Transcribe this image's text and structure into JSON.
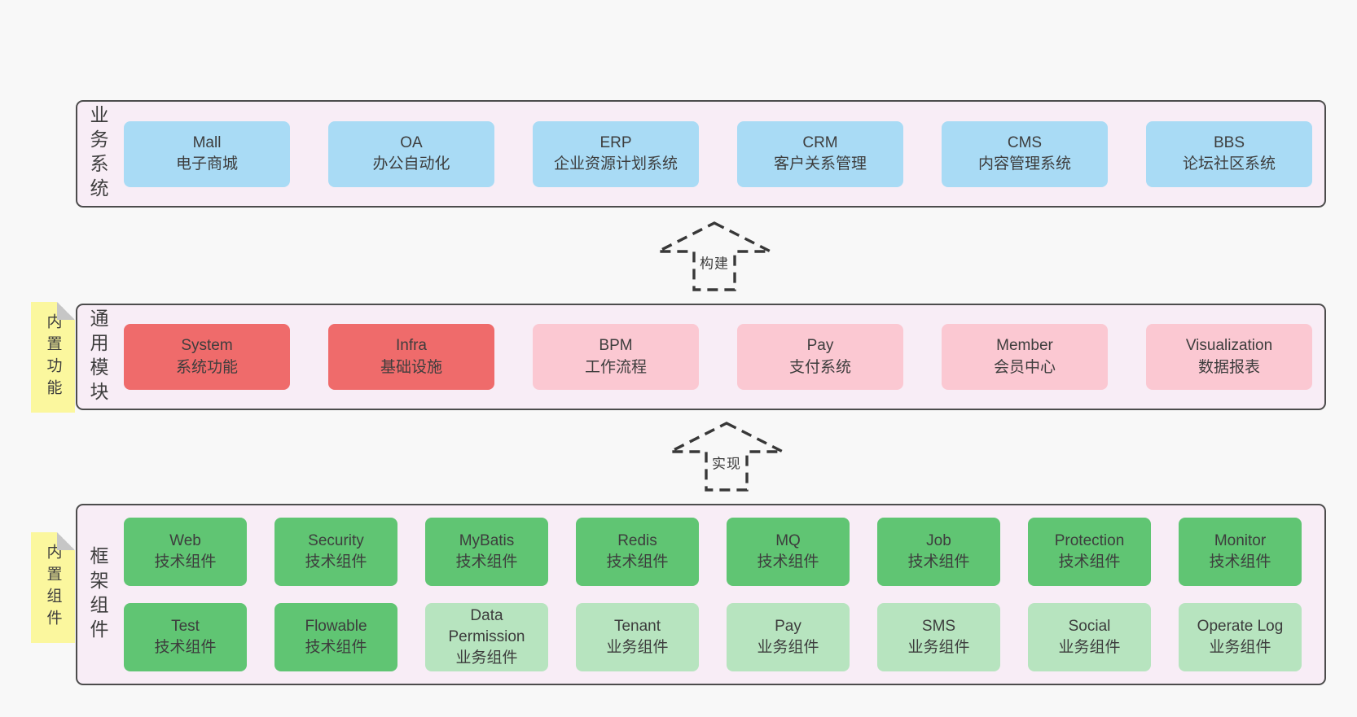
{
  "colors": {
    "page-bg": "#f8f8f8",
    "container-bg": "#f8edf6",
    "container-border": "#4c4c4c",
    "text": "#3d3d3d",
    "blue": "#a9dbf5",
    "red": "#ef6b6b",
    "pink": "#fbc8d2",
    "green": "#60c573",
    "green-light": "#b7e4bf",
    "note-bg": "#fbf79e",
    "note-fold": "#c6c6c6",
    "arrow-stroke": "#383838"
  },
  "arrows": [
    {
      "label": "构建"
    },
    {
      "label": "实现"
    }
  ],
  "layers": [
    {
      "label": "业务系统",
      "rows": [
        [
          {
            "title": "Mall",
            "subtitle": "电子商城",
            "color": "blue"
          },
          {
            "title": "OA",
            "subtitle": "办公自动化",
            "color": "blue"
          },
          {
            "title": "ERP",
            "subtitle": "企业资源计划系统",
            "color": "blue"
          },
          {
            "title": "CRM",
            "subtitle": "客户关系管理",
            "color": "blue"
          },
          {
            "title": "CMS",
            "subtitle": "内容管理系统",
            "color": "blue"
          },
          {
            "title": "BBS",
            "subtitle": "论坛社区系统",
            "color": "blue"
          }
        ]
      ]
    },
    {
      "label": "通用模块",
      "note": "内置功能",
      "rows": [
        [
          {
            "title": "System",
            "subtitle": "系统功能",
            "color": "red"
          },
          {
            "title": "Infra",
            "subtitle": "基础设施",
            "color": "red"
          },
          {
            "title": "BPM",
            "subtitle": "工作流程",
            "color": "pink"
          },
          {
            "title": "Pay",
            "subtitle": "支付系统",
            "color": "pink"
          },
          {
            "title": "Member",
            "subtitle": "会员中心",
            "color": "pink"
          },
          {
            "title": "Visualization",
            "subtitle": "数据报表",
            "color": "pink"
          }
        ]
      ]
    },
    {
      "label": "框架组件",
      "note": "内置组件",
      "rows": [
        [
          {
            "title": "Web",
            "subtitle": "技术组件",
            "color": "green"
          },
          {
            "title": "Security",
            "subtitle": "技术组件",
            "color": "green"
          },
          {
            "title": "MyBatis",
            "subtitle": "技术组件",
            "color": "green"
          },
          {
            "title": "Redis",
            "subtitle": "技术组件",
            "color": "green"
          },
          {
            "title": "MQ",
            "subtitle": "技术组件",
            "color": "green"
          },
          {
            "title": "Job",
            "subtitle": "技术组件",
            "color": "green"
          },
          {
            "title": "Protection",
            "subtitle": "技术组件",
            "color": "green"
          },
          {
            "title": "Monitor",
            "subtitle": "技术组件",
            "color": "green"
          }
        ],
        [
          {
            "title": "Test",
            "subtitle": "技术组件",
            "color": "green"
          },
          {
            "title": "Flowable",
            "subtitle": "技术组件",
            "color": "green"
          },
          {
            "title": "Data Permission",
            "subtitle": "业务组件",
            "color": "green-light"
          },
          {
            "title": "Tenant",
            "subtitle": "业务组件",
            "color": "green-light"
          },
          {
            "title": "Pay",
            "subtitle": "业务组件",
            "color": "green-light"
          },
          {
            "title": "SMS",
            "subtitle": "业务组件",
            "color": "green-light"
          },
          {
            "title": "Social",
            "subtitle": "业务组件",
            "color": "green-light"
          },
          {
            "title": "Operate Log",
            "subtitle": "业务组件",
            "color": "green-light"
          }
        ]
      ]
    }
  ]
}
